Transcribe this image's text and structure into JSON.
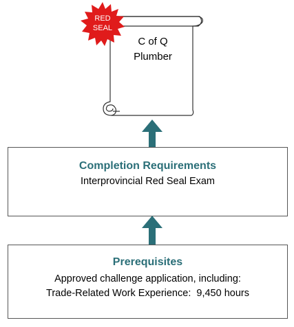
{
  "certificate": {
    "seal_line1": "RED",
    "seal_line2": "SEAL",
    "title_line1": "C of Q",
    "title_line2": "Plumber"
  },
  "completion": {
    "heading": "Completion Requirements",
    "detail": "Interprovincial Red Seal Exam"
  },
  "prerequisites": {
    "heading": "Prerequisites",
    "line1": "Approved challenge application, including:",
    "line2": "Trade-Related Work Experience:  9,450 hours"
  },
  "colors": {
    "teal": "#2b6f78",
    "seal_red": "#e01b1b",
    "border": "#555555"
  }
}
